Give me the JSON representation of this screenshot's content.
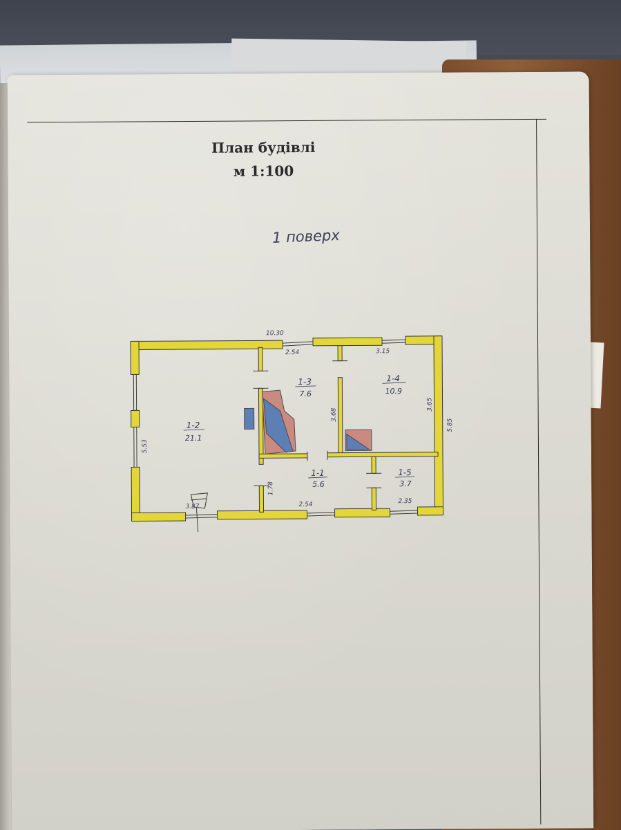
{
  "document": {
    "title_line1": "План будівлі",
    "title_line2": "м 1:100",
    "floor_label": "1 поверх"
  },
  "plan": {
    "overall_width": "10.30",
    "overall_height": "5.85",
    "dimensions": {
      "top_mid": "2.54",
      "top_right": "3.15",
      "right_inner": "3.65",
      "left_inner": "5.53",
      "mid_wall": "3.68",
      "corridor_left": "1.78",
      "bottom_mid": "2.54",
      "bottom_right": "2.35",
      "bottom_left": "3.87"
    },
    "rooms": [
      {
        "id": "1-1",
        "area": "5.6"
      },
      {
        "id": "1-2",
        "area": "21.1"
      },
      {
        "id": "1-3",
        "area": "7.6"
      },
      {
        "id": "1-4",
        "area": "10.9"
      },
      {
        "id": "1-5",
        "area": "3.7"
      }
    ],
    "colors": {
      "wall": "#e3d63a",
      "stove_red": "#c98a80",
      "stove_blue": "#5e7fb4"
    }
  }
}
